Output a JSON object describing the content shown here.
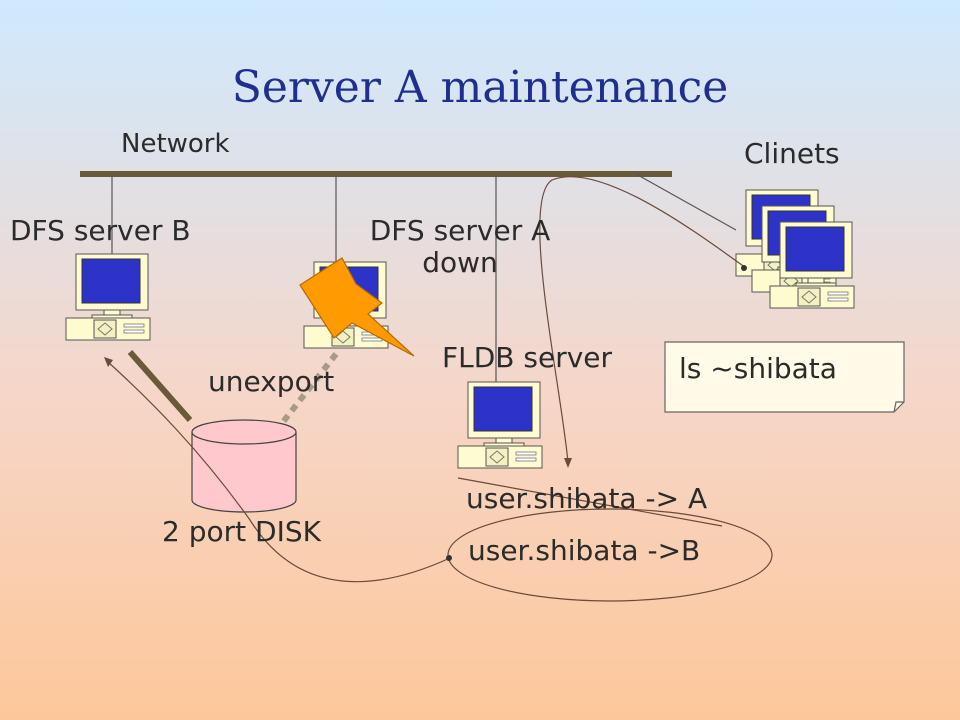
{
  "title": "Server A maintenance",
  "network_label": "Network",
  "clients_label": "Clinets",
  "dfs_b_label": "DFS server B",
  "dfs_a_label_line1": "DFS server A",
  "dfs_a_label_line2": "down",
  "fldb_label": "FLDB server",
  "unexport_label": "unexport",
  "disk_label": "2 port DISK",
  "callout_text": "ls ~shibata",
  "entry_old": "user.shibata -> A",
  "entry_new": "user.shibata ->B",
  "colors": {
    "title": "#1f2f8f",
    "monitor_screen": "#2d33c8",
    "monitor_body": "#fffbd1",
    "disk": "#ffc8cc",
    "lightning": "#ff9a00",
    "network_bar": "#6b5a3a"
  }
}
